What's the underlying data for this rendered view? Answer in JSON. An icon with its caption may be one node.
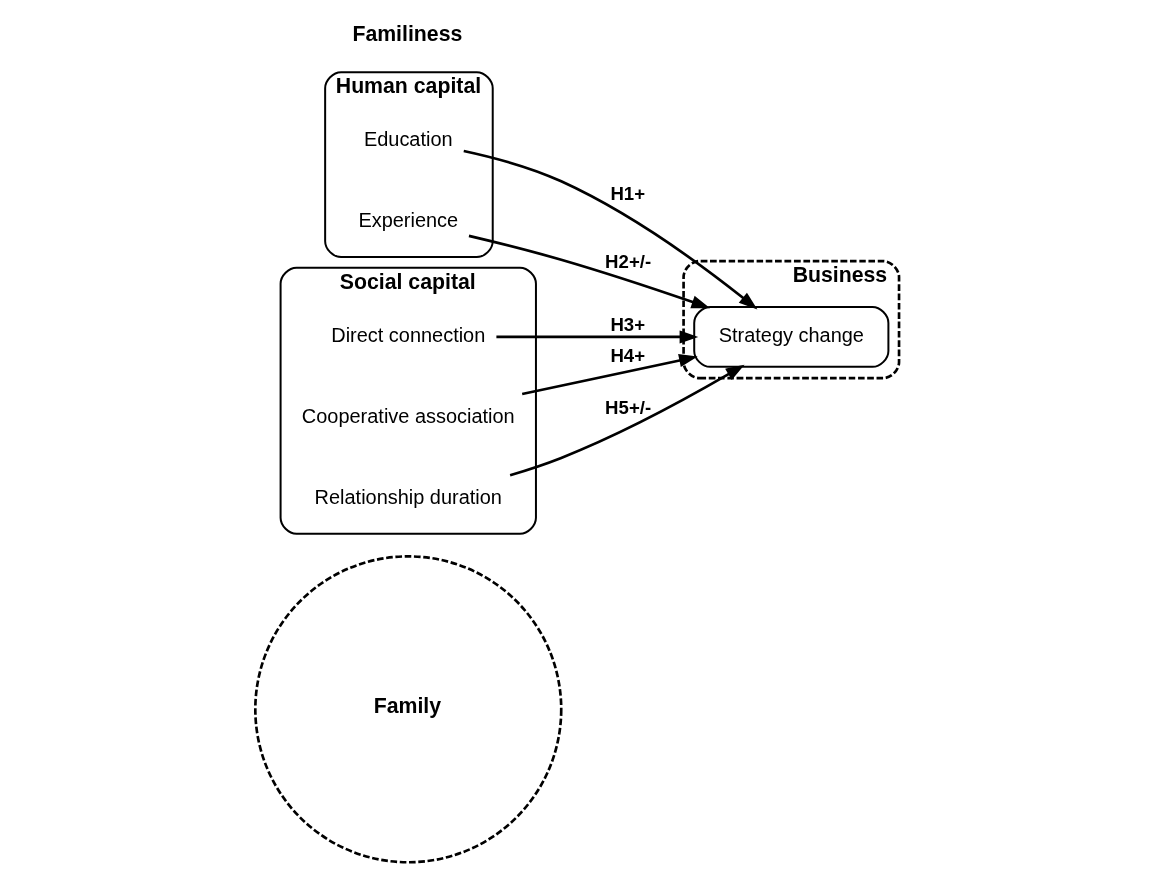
{
  "diagram": {
    "nodes": [
      {
        "text": [
          "Family"
        ]
      },
      {
        "text": [
          "Business"
        ]
      },
      {
        "text": [
          "Human capital"
        ]
      },
      {
        "text": [
          "Education"
        ],
        "in": 2
      },
      {
        "text": [
          "Experience"
        ],
        "in": 2
      },
      {
        "text": [
          "Social capital"
        ]
      },
      {
        "text": [
          "Direct connection"
        ],
        "in": 5
      },
      {
        "text": [
          "Cooperative association"
        ],
        "in": 5
      },
      {
        "text": [
          "Relationship duration"
        ],
        "in": 5
      },
      {
        "text": [
          "Strategy change"
        ],
        "in": 1
      }
    ],
    "edges": [
      {
        "from": 3,
        "to": 9,
        "arrow": "to",
        "label": "H1+"
      },
      {
        "from": 4,
        "to": 9,
        "arrow": "to",
        "label": "H2+/-"
      },
      {
        "from": 6,
        "to": 9,
        "arrow": "to",
        "label": "H3+"
      },
      {
        "from": 7,
        "to": 9,
        "arrow": "to",
        "label": "H4+"
      },
      {
        "from": 8,
        "to": 9,
        "arrow": "to",
        "label": "H5+/-"
      }
    ],
    "labels": [
      "Familiness"
    ]
  }
}
